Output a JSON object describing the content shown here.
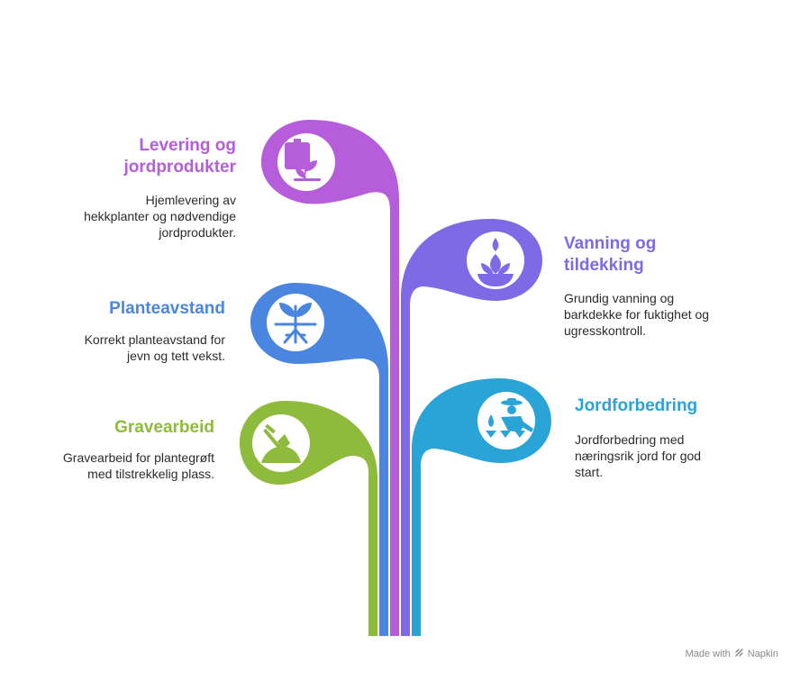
{
  "colors": {
    "purple": "#b65ddb",
    "violet": "#7d6ae4",
    "blue": "#4a86e0",
    "teal": "#2aa3d7",
    "green": "#8fbb3c"
  },
  "steps": [
    {
      "title": "Levering og\njordprodukter",
      "desc": "Hjemlevering av\nhekkplanter og nødvendige\njordprodukter.",
      "icon": "box-with-plant-icon"
    },
    {
      "title": "Vanning og\ntildekking",
      "desc": "Grundig vanning og\nbarkdekke for fuktighet og\nugresskontroll.",
      "icon": "watering-bowl-icon"
    },
    {
      "title": "Planteavstand",
      "desc": "Korrekt planteavstand for\njevn og tett vekst.",
      "icon": "seedling-roots-icon"
    },
    {
      "title": "Jordforbedring",
      "desc": "Jordforbedring med\nnæringsrik jord for god\nstart.",
      "icon": "gardener-icon"
    },
    {
      "title": "Gravearbeid",
      "desc": "Gravearbeid for plantegrøft\nmed tilstrekkelig plass.",
      "icon": "shovel-soil-icon"
    }
  ],
  "watermark": {
    "prefix": "Made with",
    "brand": "Napkin"
  }
}
